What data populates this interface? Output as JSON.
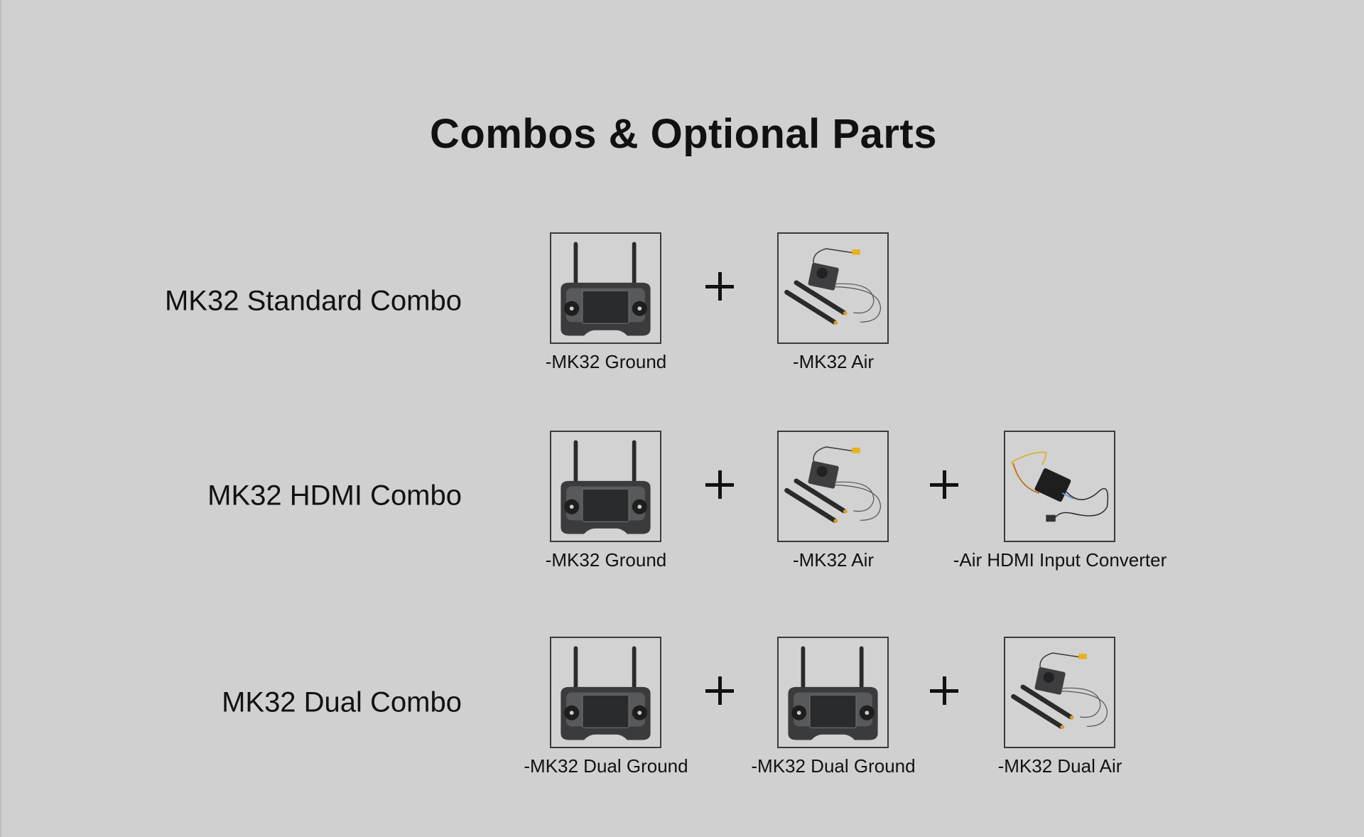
{
  "title": "Combos & Optional Parts",
  "combos": [
    {
      "name": "MK32 Standard Combo",
      "items": [
        {
          "label": "-MK32 Ground",
          "icon": "ground-controller-icon"
        },
        {
          "label": "-MK32 Air",
          "icon": "air-unit-icon"
        }
      ]
    },
    {
      "name": "MK32 HDMI Combo",
      "items": [
        {
          "label": "-MK32 Ground",
          "icon": "ground-controller-icon"
        },
        {
          "label": "-MK32 Air",
          "icon": "air-unit-icon"
        },
        {
          "label": "-Air HDMI Input Converter",
          "icon": "hdmi-converter-icon"
        }
      ]
    },
    {
      "name": "MK32 Dual Combo",
      "items": [
        {
          "label": "-MK32 Dual Ground",
          "icon": "ground-controller-icon"
        },
        {
          "label": "-MK32 Dual Ground",
          "icon": "ground-controller-icon"
        },
        {
          "label": "-MK32 Dual Air",
          "icon": "air-unit-icon"
        }
      ]
    }
  ]
}
